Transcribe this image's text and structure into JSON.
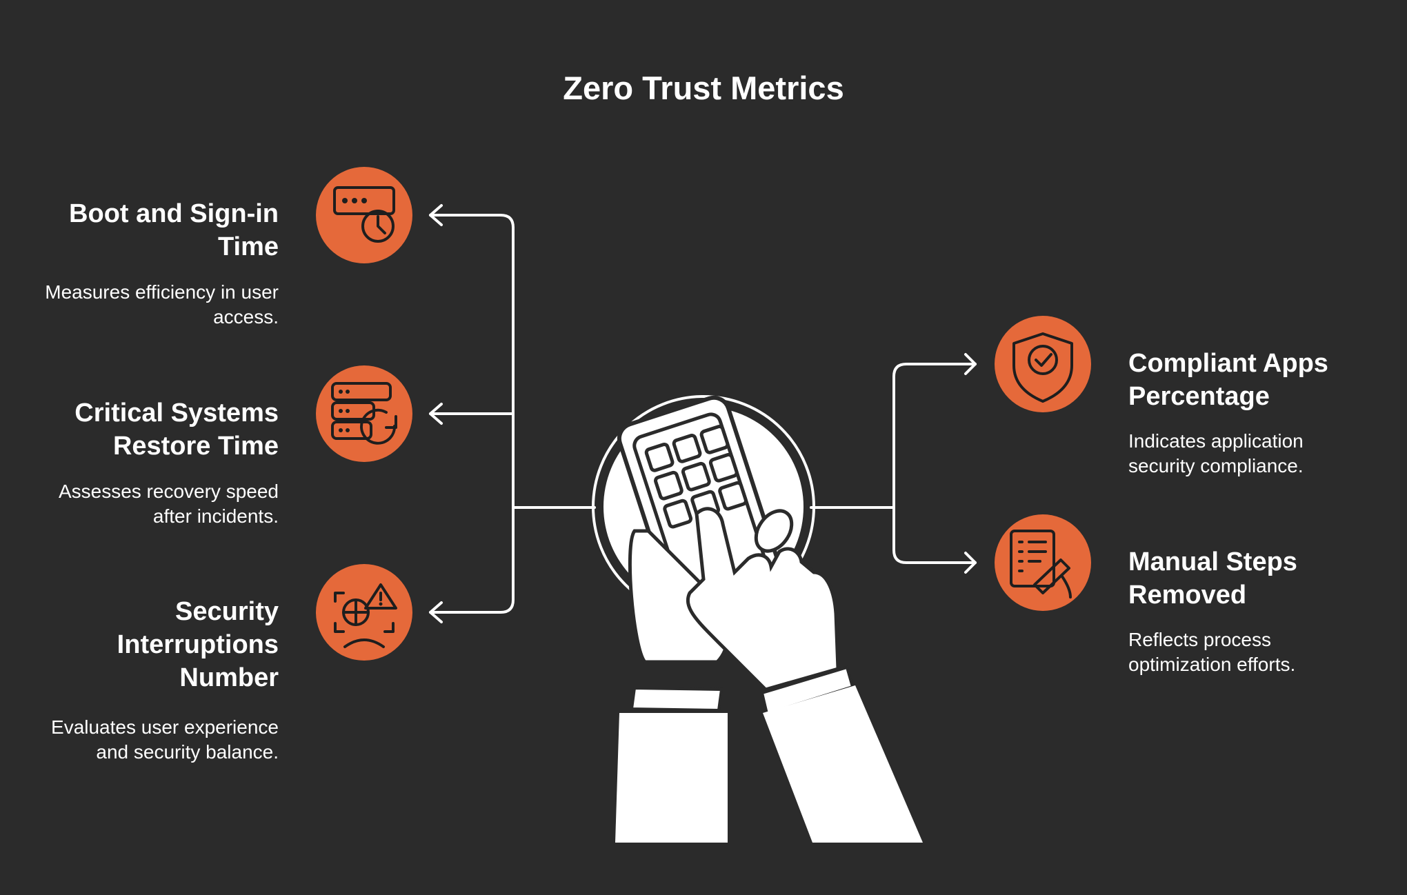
{
  "title": "Zero Trust Metrics",
  "colors": {
    "background": "#2b2b2b",
    "accent": "#e5693a",
    "text": "#ffffff"
  },
  "metrics_left": [
    {
      "title": "Boot and Sign-in Time",
      "desc": "Measures efficiency in user access.",
      "icon": "server-clock-icon"
    },
    {
      "title": "Critical Systems Restore Time",
      "desc": "Assesses recovery speed after incidents.",
      "icon": "server-restore-icon"
    },
    {
      "title": "Security Interruptions Number",
      "desc": "Evaluates user experience and security balance.",
      "icon": "security-alert-icon"
    }
  ],
  "metrics_right": [
    {
      "title": "Compliant Apps Percentage",
      "desc": "Indicates application security compliance.",
      "icon": "shield-check-icon"
    },
    {
      "title": "Manual Steps Removed",
      "desc": "Reflects process optimization efforts.",
      "icon": "document-edit-icon"
    }
  ],
  "center_icon": "hands-keypad-icon"
}
